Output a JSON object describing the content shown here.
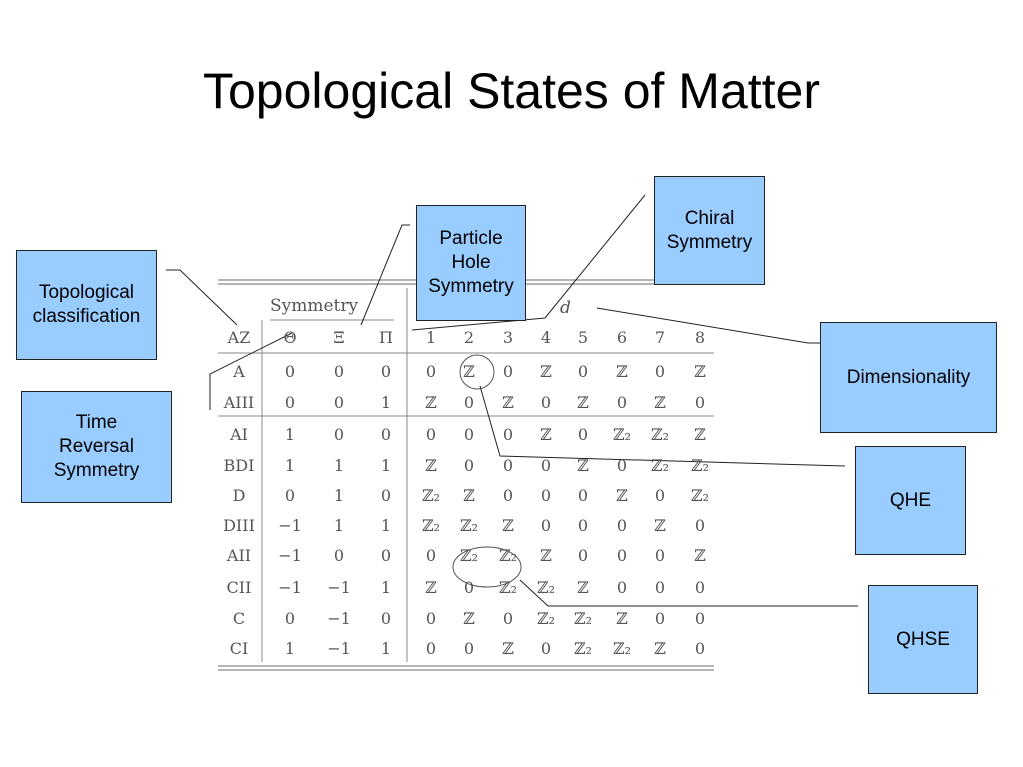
{
  "slide": {
    "title": "Topological States of Matter"
  },
  "callouts": {
    "topological_classification": "Topological\nclassification",
    "particle_hole_symmetry": "Particle\nHole\nSymmetry",
    "chiral_symmetry": "Chiral\nSymmetry",
    "dimensionality": "Dimensionality",
    "time_reversal_symmetry": "Time\nReversal\nSymmetry",
    "qhe": "QHE",
    "qhse": "QHSE"
  },
  "table": {
    "symmetry_header": "Symmetry",
    "d_header": "d",
    "columns": [
      "AZ",
      "Θ",
      "Ξ",
      "Π",
      "1",
      "2",
      "3",
      "4",
      "5",
      "6",
      "7",
      "8"
    ],
    "rows": [
      [
        "A",
        "0",
        "0",
        "0",
        "0",
        "ℤ",
        "0",
        "ℤ",
        "0",
        "ℤ",
        "0",
        "ℤ"
      ],
      [
        "AIII",
        "0",
        "0",
        "1",
        "ℤ",
        "0",
        "ℤ",
        "0",
        "ℤ",
        "0",
        "ℤ",
        "0"
      ],
      [
        "AI",
        "1",
        "0",
        "0",
        "0",
        "0",
        "0",
        "ℤ",
        "0",
        "ℤ₂",
        "ℤ₂",
        "ℤ"
      ],
      [
        "BDI",
        "1",
        "1",
        "1",
        "ℤ",
        "0",
        "0",
        "0",
        "ℤ",
        "0",
        "ℤ₂",
        "ℤ₂"
      ],
      [
        "D",
        "0",
        "1",
        "0",
        "ℤ₂",
        "ℤ",
        "0",
        "0",
        "0",
        "ℤ",
        "0",
        "ℤ₂"
      ],
      [
        "DIII",
        "−1",
        "1",
        "1",
        "ℤ₂",
        "ℤ₂",
        "ℤ",
        "0",
        "0",
        "0",
        "ℤ",
        "0"
      ],
      [
        "AII",
        "−1",
        "0",
        "0",
        "0",
        "ℤ₂",
        "ℤ₂",
        "ℤ",
        "0",
        "0",
        "0",
        "ℤ"
      ],
      [
        "CII",
        "−1",
        "−1",
        "1",
        "ℤ",
        "0",
        "ℤ₂",
        "ℤ₂",
        "ℤ",
        "0",
        "0",
        "0"
      ],
      [
        "C",
        "0",
        "−1",
        "0",
        "0",
        "ℤ",
        "0",
        "ℤ₂",
        "ℤ₂",
        "ℤ",
        "0",
        "0"
      ],
      [
        "CI",
        "1",
        "−1",
        "1",
        "0",
        "0",
        "ℤ",
        "0",
        "ℤ₂",
        "ℤ₂",
        "ℤ",
        "0"
      ]
    ]
  }
}
